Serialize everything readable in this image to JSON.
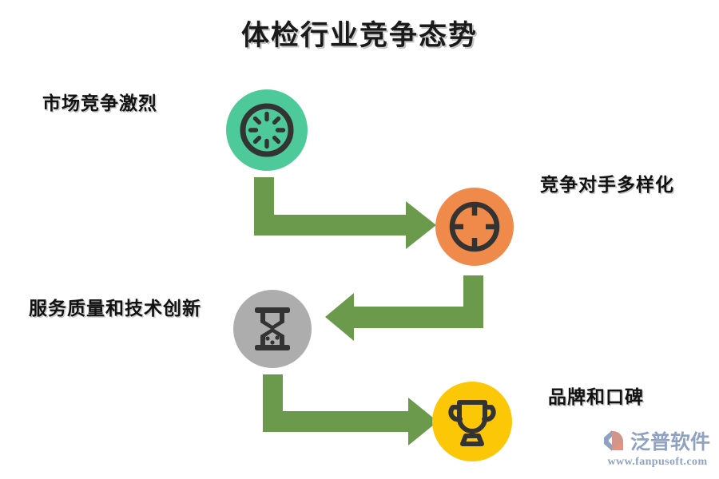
{
  "page": {
    "title": "体检行业竞争态势",
    "background_color": "#FFFFFF"
  },
  "colors": {
    "title_text": "#1A1A1A",
    "label_text": "#111111",
    "arrow_green": "#6B9A4C",
    "node_green": "#4EC99A",
    "node_orange": "#F08A4B",
    "node_gray": "#ADADAD",
    "node_yellow": "#FBC707",
    "icon_dark": "#333333",
    "watermark_blue": "#8FA2C4",
    "watermark_salmon": "#E9917A"
  },
  "nodes": [
    {
      "id": "node-1",
      "label": "市场竞争激烈",
      "icon": "spinner-icon",
      "circle_color": "#4EC99A"
    },
    {
      "id": "node-2",
      "label": "竞争对手多样化",
      "icon": "target-icon",
      "circle_color": "#F08A4B"
    },
    {
      "id": "node-3",
      "label": "服务质量和技术创新",
      "icon": "hourglass-icon",
      "circle_color": "#ADADAD"
    },
    {
      "id": "node-4",
      "label": "品牌和口碑",
      "icon": "trophy-icon",
      "circle_color": "#FBC707"
    }
  ],
  "connectors": [
    {
      "id": "arrow-1",
      "from": "node-1",
      "to": "node-2",
      "shape": "elbow-down-right",
      "color": "#6B9A4C"
    },
    {
      "id": "arrow-2",
      "from": "node-2",
      "to": "node-3",
      "shape": "elbow-down-left",
      "color": "#6B9A4C"
    },
    {
      "id": "arrow-3",
      "from": "node-3",
      "to": "node-4",
      "shape": "elbow-down-right",
      "color": "#6B9A4C"
    }
  ],
  "watermark": {
    "brand": "泛普软件",
    "url": "www.fanpusoft.com",
    "logo_icon": "fanpu-logo-icon"
  }
}
